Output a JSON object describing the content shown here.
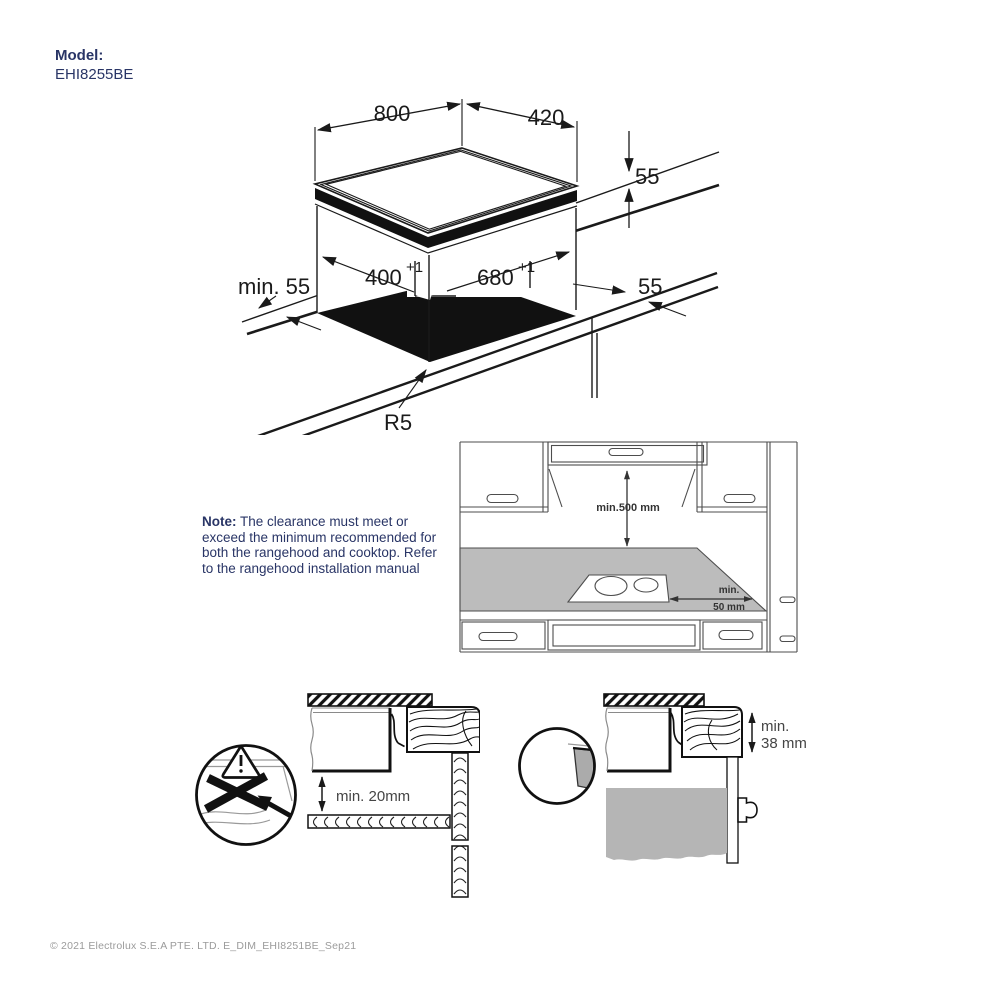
{
  "colors": {
    "navy": "#293566",
    "ink": "#1a1a1a",
    "cabinet_line": "#4d4d4d",
    "counter_gray": "#bcbcbc",
    "block_gray": "#b5b5b5",
    "bracket_gray": "#ababab",
    "dim_text": "#454545",
    "muted": "#9b9b9b"
  },
  "header": {
    "model_label": "Model:",
    "model_number": "EHI8255BE"
  },
  "top_diagram": {
    "width": "800",
    "depth": "420",
    "height": "55",
    "back_clearance": "min. 55",
    "cutout_width": "400",
    "cutout_width_tol": "+1",
    "cutout_depth": "680",
    "cutout_depth_tol": "+1",
    "side_clearance": "55",
    "corner_radius": "R5"
  },
  "note": {
    "label": "Note:",
    "text": "The clearance must meet or exceed the minimum recommended for both the rangehood and cooktop. Refer to the rangehood installation manual"
  },
  "kitchen_diagram": {
    "hood_clearance": "min.500 mm",
    "side_clearance_line1": "min.",
    "side_clearance_line2": "50 mm"
  },
  "mount_left_diagram": {
    "clearance": "min. 20mm"
  },
  "mount_right_diagram": {
    "clearance_line1": "min.",
    "clearance_line2": "38 mm"
  },
  "footer": {
    "copyright": "© 2021 Electrolux S.E.A PTE. LTD. E_DIM_EHI8251BE_Sep21"
  }
}
